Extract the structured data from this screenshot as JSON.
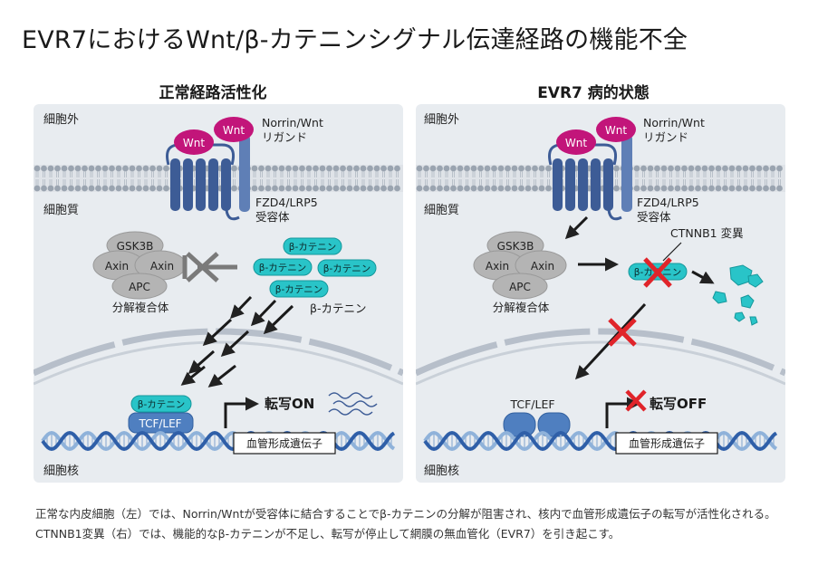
{
  "title": "EVR7におけるWnt/β-カテニンシグナル伝達経路の機能不全",
  "panels": {
    "left": {
      "title": "正常経路活性化",
      "extracellular": "細胞外",
      "cytoplasm": "細胞質",
      "nucleus": "細胞核",
      "ligand_line1": "Norrin/Wnt",
      "ligand_line2": "リガンド",
      "ligand_a": "Wnt",
      "ligand_b": "Wnt",
      "receptor_line1": "FZD4/LRP5",
      "receptor_line2": "受容体",
      "complex": [
        "GSK3B",
        "Axin",
        "Axin",
        "APC"
      ],
      "complex_label": "分解複合体",
      "bcat_free": [
        "β-カテニン",
        "β-カテニン",
        "β-カテニン",
        "β-カテニン"
      ],
      "bcat_label": "β-カテニン",
      "nuclear_bcat": "β-カテニン",
      "tcf": "TCF/LEF",
      "transcription": "転写ON",
      "gene": "血管形成遺伝子"
    },
    "right": {
      "title": "EVR7 病的状態",
      "extracellular": "細胞外",
      "cytoplasm": "細胞質",
      "nucleus": "細胞核",
      "ligand_line1": "Norrin/Wnt",
      "ligand_line2": "リガンド",
      "ligand_a": "Wnt",
      "ligand_b": "Wnt",
      "receptor_line1": "FZD4/LRP5",
      "receptor_line2": "受容体",
      "complex": [
        "GSK3B",
        "Axin",
        "Axin",
        "APC"
      ],
      "complex_label": "分解複合体",
      "mutant_label": "CTNNB1 変異",
      "bcat": "β-カテニン",
      "tcf": "TCF/LEF",
      "transcription": "転写OFF",
      "gene": "血管形成遺伝子"
    }
  },
  "caption": "正常な内皮細胞（左）では、Norrin/Wntが受容体に結合することでβ-カテニンの分解が阻害され、核内で血管形成遺伝子の転写が活性化される。CTNNB1変異（右）では、機能的なβ-カテニンが不足し、転写が停止して網膜の無血管化（EVR7）を引き起こす。",
  "colors": {
    "panel_bg": "#e8ecf0",
    "wnt": "#c2157a",
    "receptor": "#3d5c96",
    "bcat": "#29c4c8",
    "complex": "#b4b4b4",
    "dna_a": "#2f5fa8",
    "dna_b": "#8fb2da",
    "red_x": "#e0242a",
    "nuclear_env": "#b7bfca"
  },
  "icons": [
    "inhibition-x-icon",
    "red-x-icon",
    "transcription-arrow-icon",
    "mrna-wave-icon",
    "fragment-icon"
  ]
}
